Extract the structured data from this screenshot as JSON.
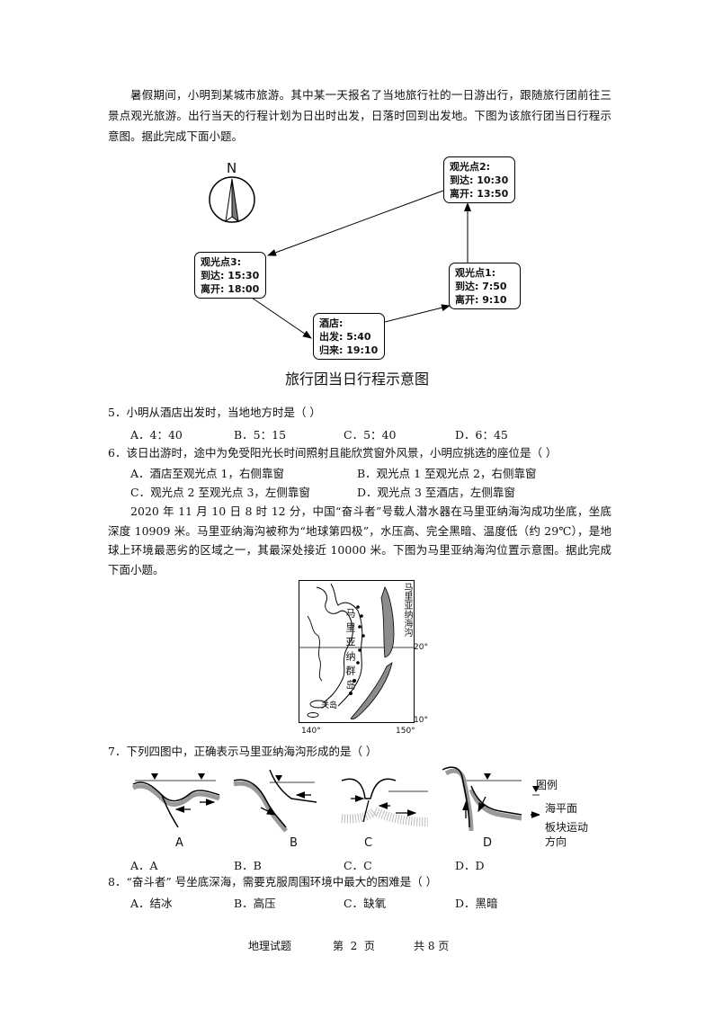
{
  "intro1": "暑假期间，小明到某城市旅游。其中某一天报名了当地旅行社的一日游出行，跟随旅行团前往三景点观光旅游。出行当天的行程计划为日出时出发，日落时回到出发地。下图为该旅行团当日行程示意图。据此完成下面小题。",
  "itinerary": {
    "north": "N",
    "spot2": {
      "name": "观光点2:",
      "arrive": "到达: 10:30",
      "leave": "离开: 13:50"
    },
    "spot3": {
      "name": "观光点3:",
      "arrive": "到达: 15:30",
      "leave": "离开: 18:00"
    },
    "spot1": {
      "name": "观光点1:",
      "arrive": "到达: 7:50",
      "leave": "离开: 9:10"
    },
    "hotel": {
      "name": "酒店:",
      "depart": "出发: 5:40",
      "return": "归来: 19:10"
    },
    "caption": "旅行团当日行程示意图"
  },
  "q5": {
    "stem": "5．小明从酒店出发时，当地地方时是（    ）",
    "options": [
      "A．4：40",
      "B．5：15",
      "C．5：40",
      "D．6：45"
    ]
  },
  "q6": {
    "stem": "6．该日出游时，途中为免受阳光长时间照射且能欣赏窗外风景，小明应挑选的座位是（    ）",
    "options": [
      "A．酒店至观光点 1，右侧靠窗",
      "B．观光点 1 至观光点 2，右侧靠窗",
      "C．观光点 2 至观光点 3，左侧靠窗",
      "D．观光点 3 至酒店，左侧靠窗"
    ]
  },
  "intro2": "2020 年 11 月 10 日 8 时 12 分，中国“奋斗者”号载人潜水器在马里亚纳海沟成功坐底，坐底深度 10909 米。马里亚纳海沟被称为“地球第四极”，水压高、完全黑暗、温度低（约 29℃），是地球上环境最恶劣的区域之一，其最深处接近 10000 米。下图为马里亚纳海沟位置示意图。据此完成下面小题。",
  "map": {
    "trench_label": "马里亚纳海沟",
    "islands_label": "马里亚纳群岛",
    "guam": "关岛",
    "lat20": "20°",
    "lat10": "10°",
    "lon140": "140°",
    "lon150": "150°"
  },
  "q7": {
    "stem": "7．下列四图中，正确表示马里亚纳海沟形成的是（    ）",
    "fig_labels": [
      "A",
      "B",
      "C",
      "D"
    ],
    "legend_title": "图例",
    "legend_sea": "海平面",
    "legend_plate": "板块运动方向",
    "options": [
      "A．A",
      "B．B",
      "C．C",
      "D．D"
    ]
  },
  "q8": {
    "stem": "8．“奋斗者” 号坐底深海，需要克服周围环境中最大的困难是（    ）",
    "options": [
      "A．结冰",
      "B．高压",
      "C．缺氧",
      "D．黑暗"
    ]
  },
  "footer": {
    "subject": "地理试题",
    "page": "第  2  页",
    "total": "共 8 页"
  }
}
